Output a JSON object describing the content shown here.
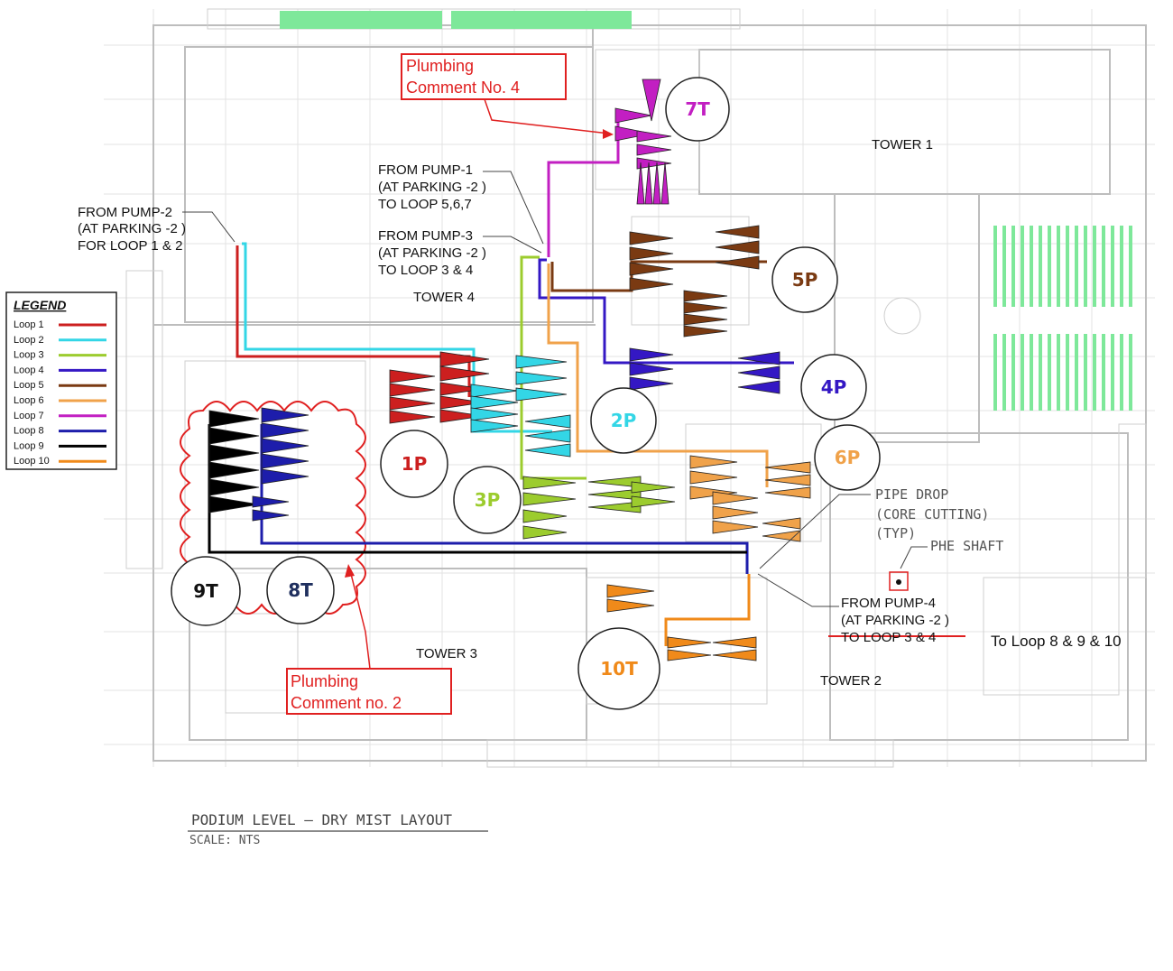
{
  "colors": {
    "loop1": "#cc1f1f",
    "loop2": "#33d6e6",
    "loop3": "#9ccc2e",
    "loop4": "#3418c4",
    "loop5": "#7a3a12",
    "loop6": "#f0a24a",
    "loop7": "#c21fc2",
    "loop8": "#1d1dab",
    "loop9": "#000000",
    "loop10": "#f08a1a",
    "comment": "#e02020",
    "plant_green": "#7ee89a"
  },
  "legend": {
    "title": "LEGEND",
    "items": [
      {
        "label": "Loop 1",
        "color_key": "loop1"
      },
      {
        "label": "Loop 2",
        "color_key": "loop2"
      },
      {
        "label": "Loop 3",
        "color_key": "loop3"
      },
      {
        "label": "Loop 4",
        "color_key": "loop4"
      },
      {
        "label": "Loop 5",
        "color_key": "loop5"
      },
      {
        "label": "Loop 6",
        "color_key": "loop6"
      },
      {
        "label": "Loop 7",
        "color_key": "loop7"
      },
      {
        "label": "Loop 8",
        "color_key": "loop8"
      },
      {
        "label": "Loop 9",
        "color_key": "loop9"
      },
      {
        "label": "Loop 10",
        "color_key": "loop10"
      }
    ]
  },
  "towers": {
    "tower1": "TOWER 1",
    "tower2": "TOWER 2",
    "tower3": "TOWER 3",
    "tower4": "TOWER 4"
  },
  "zones": [
    {
      "id": "7T",
      "label": "7T",
      "color_key": "loop7"
    },
    {
      "id": "5P",
      "label": "5P",
      "color_key": "loop5"
    },
    {
      "id": "4P",
      "label": "4P",
      "color_key": "loop4"
    },
    {
      "id": "2P",
      "label": "2P",
      "color_key": "loop2"
    },
    {
      "id": "6P",
      "label": "6P",
      "color_key": "loop6"
    },
    {
      "id": "1P",
      "label": "1P",
      "color_key": "loop1"
    },
    {
      "id": "3P",
      "label": "3P",
      "color_key": "loop3"
    },
    {
      "id": "9T",
      "label": "9T",
      "color_key": "loop9"
    },
    {
      "id": "8T",
      "label": "8T",
      "color_key": "loop8"
    },
    {
      "id": "10T",
      "label": "10T",
      "color_key": "loop10"
    }
  ],
  "annotations": {
    "pump2": [
      "FROM PUMP-2",
      "(AT PARKING -2 )",
      "FOR LOOP 1 & 2"
    ],
    "pump1": [
      "FROM PUMP-1",
      "(AT PARKING -2 )",
      "TO LOOP 5,6,7"
    ],
    "pump3": [
      "FROM PUMP-3",
      "(AT PARKING -2 )",
      "TO LOOP 3 & 4"
    ],
    "pump4": [
      "FROM PUMP-4",
      "(AT PARKING -2 )",
      "TO LOOP 3 & 4"
    ],
    "to_loop_8_9_10": "To Loop 8 & 9 & 10",
    "pipe_drop": [
      "PIPE DROP",
      "(CORE CUTTING)",
      "(TYP)"
    ],
    "phe_shaft": "PHE SHAFT"
  },
  "comments": {
    "comment4": [
      "Plumbing",
      "Comment No. 4"
    ],
    "comment2": [
      "Plumbing",
      "Comment no. 2"
    ]
  },
  "drawing_title": {
    "title": "PODIUM LEVEL — DRY MIST LAYOUT",
    "scale": "SCALE: NTS"
  }
}
